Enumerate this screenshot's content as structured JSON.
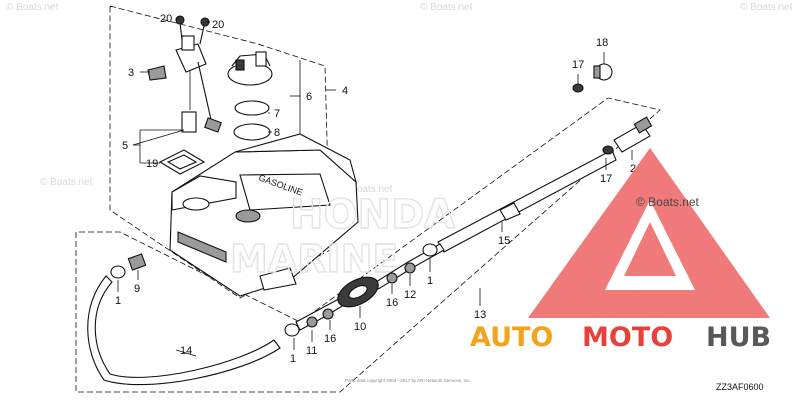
{
  "callouts": {
    "c1a": "1",
    "c1b": "1",
    "c1c": "1",
    "c2": "2",
    "c3": "3",
    "c4": "4",
    "c5": "5",
    "c6": "6",
    "c7": "7",
    "c8": "8",
    "c9": "9",
    "c10": "10",
    "c11": "11",
    "c12": "12",
    "c13": "13",
    "c14": "14",
    "c15": "15",
    "c16a": "16",
    "c16b": "16",
    "c17a": "17",
    "c17b": "17",
    "c18": "18",
    "c19": "19",
    "c20a": "20",
    "c20b": "20"
  },
  "tank_label": "GASOLINE",
  "watermark": {
    "site_a": "© Boats.net",
    "site_b": "© Boats.net",
    "site_c": "© Boats.net",
    "site_d": "© Boats.net",
    "site_e": "© Boats.net",
    "logo_text_top": "HONDA",
    "logo_text_bottom": "MARINE"
  },
  "branding": {
    "auto": "AUTO",
    "moto": "MOTO",
    "hub": "HUB",
    "color_orange": "#f5a31a",
    "color_red": "#e8413a",
    "color_gray": "#595959",
    "triangle_color": "#ef6b6b"
  },
  "footer": {
    "code": "ZZ3AF0600",
    "copyright_line": "Parts data copyright 2004 - 2017 by ARI Network Services, Inc."
  }
}
